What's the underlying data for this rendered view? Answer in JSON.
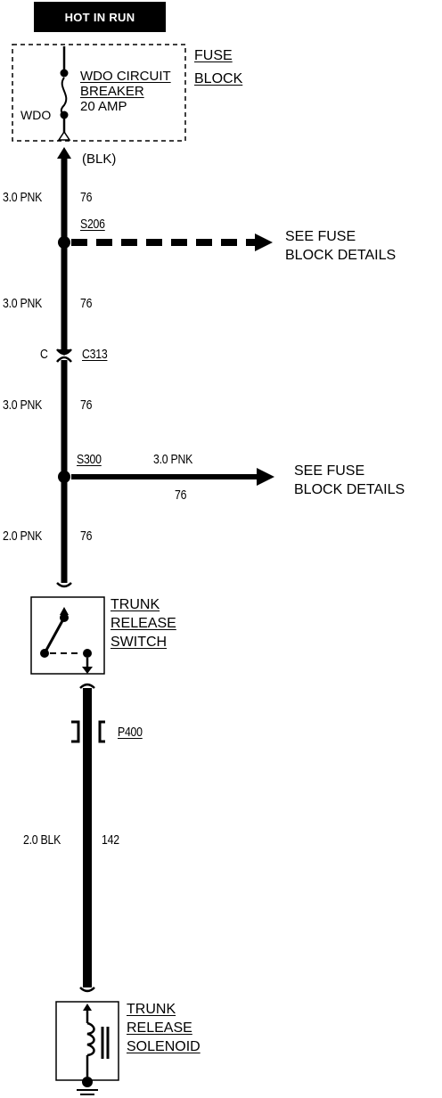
{
  "header": {
    "text": "HOT IN RUN"
  },
  "fuse_block": {
    "title_line1": "FUSE",
    "title_line2": "BLOCK",
    "breaker_line1": "WDO CIRCUIT",
    "breaker_line2": "BREAKER",
    "breaker_line3": "20 AMP",
    "terminal_label": "WDO",
    "wire_color_note": "(BLK)"
  },
  "wires": {
    "w1_gauge_color": "3.0 PNK",
    "w1_circuit": "76",
    "w2_gauge_color": "3.0 PNK",
    "w2_circuit": "76",
    "w3_gauge_color": "3.0 PNK",
    "w3_circuit": "76",
    "branch_gauge_color": "3.0 PNK",
    "branch_circuit": "76",
    "w4_gauge_color": "2.0 PNK",
    "w4_circuit": "76",
    "w5_gauge_color": "2.0 BLK",
    "w5_circuit": "142"
  },
  "splices": {
    "s206": "S206",
    "s300": "S300"
  },
  "connectors": {
    "c313_pin": "C",
    "c313_name": "C313",
    "p400_name": "P400"
  },
  "references": {
    "ref1_line1": "SEE FUSE",
    "ref1_line2": "BLOCK DETAILS",
    "ref2_line1": "SEE FUSE",
    "ref2_line2": "BLOCK DETAILS"
  },
  "trunk_switch": {
    "line1": "TRUNK",
    "line2": "RELEASE",
    "line3": "SWITCH"
  },
  "trunk_solenoid": {
    "line1": "TRUNK",
    "line2": "RELEASE",
    "line3": "SOLENOID"
  }
}
